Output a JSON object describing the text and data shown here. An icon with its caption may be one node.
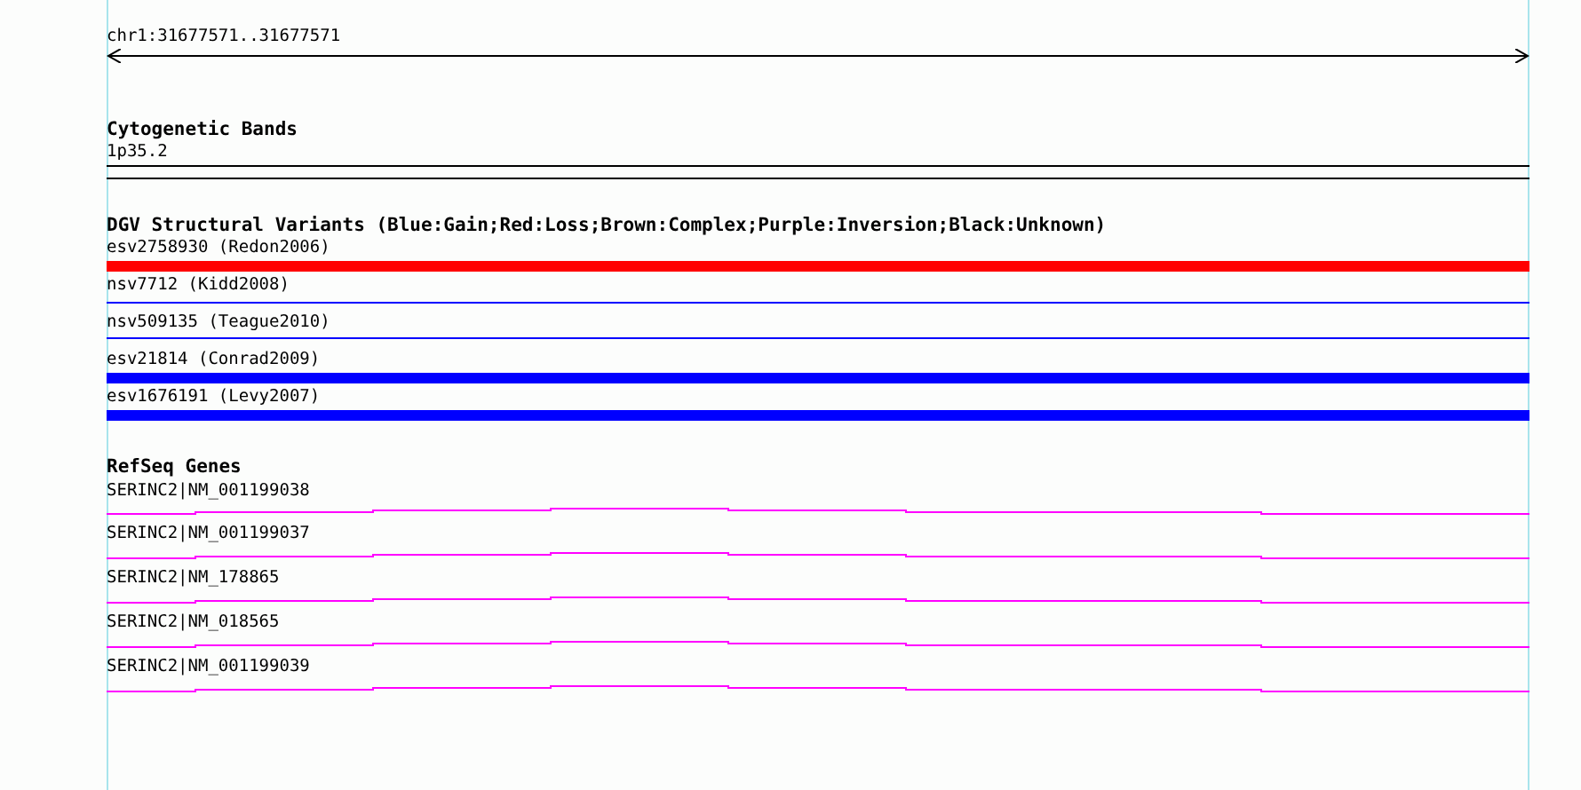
{
  "diagram": {
    "labels": [
      "chr1:31677571..31677571",
      "Cytogenetic Bands",
      "1p35.2",
      "DGV Structural Variants (Blue:Gain;Red:Loss;Brown:Complex;Purple:Inversion;Black:Unknown)",
      "esv2758930 (Redon2006)",
      "nsv7712 (Kidd2008)",
      "nsv509135 (Teague2010)",
      "esv21814 (Conrad2009)",
      "esv1676191 (Levy2007)",
      "RefSeq Genes",
      "SERINC2|NM_001199038",
      "SERINC2|NM_001199037",
      "SERINC2|NM_178865",
      "SERINC2|NM_018565",
      "SERINC2|NM_001199039"
    ]
  }
}
